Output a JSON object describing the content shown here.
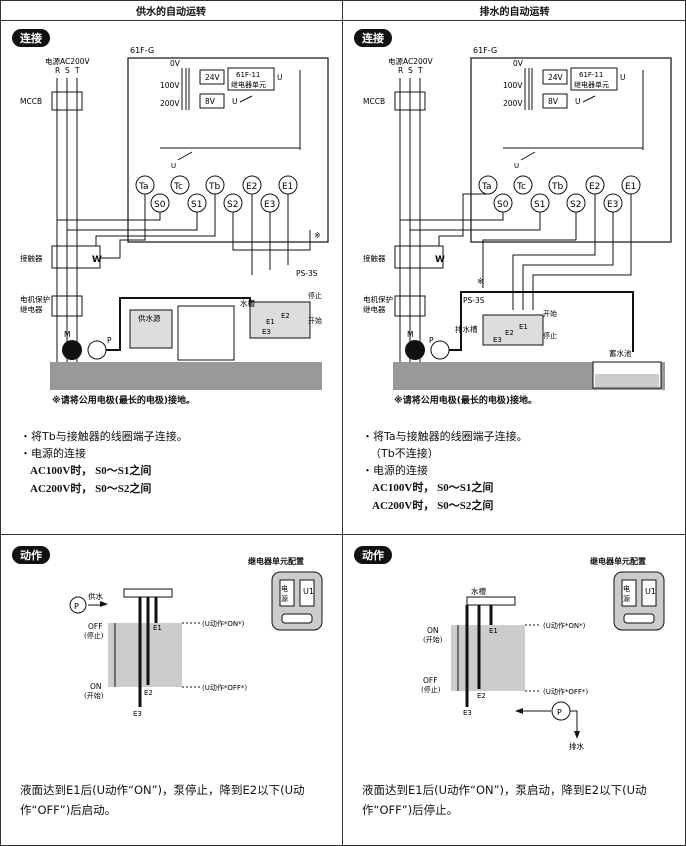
{
  "left": {
    "header": "供水的自动运转",
    "connect_label": "连接",
    "action_label": "动作",
    "wiring": {
      "model": "61F-G",
      "power": "电源AC200V",
      "rst": [
        "R",
        "S",
        "T"
      ],
      "mccb": "MCCB",
      "v0": "0V",
      "v100": "100V",
      "v200": "200V",
      "v24": "24V",
      "v8": "8V",
      "relay_unit_line1": "61F-11",
      "relay_unit_line2": "继电器单元",
      "u": "U",
      "terminals_top": [
        "Ta",
        "Tc",
        "Tb",
        "E2",
        "E1"
      ],
      "terminals_bottom": [
        "S0",
        "S1",
        "S2",
        "E3"
      ],
      "ground_mark": "※",
      "contactor": "接触器",
      "motor_relay": "电机保护\n继电器",
      "motor": "M",
      "pump": "P",
      "source": "供水源",
      "tank": "水槽",
      "ps": "PS-3S",
      "stop": "停止",
      "start": "开始",
      "e1": "E1",
      "e2": "E2",
      "e3": "E3"
    },
    "ground_note": "※请将公用电极(最长的电极)接地。",
    "notes": [
      "・将Tb与接触器的线圈端子连接。",
      "・电源的连接",
      "AC100V时，  S0～S1之间",
      "AC200V时，  S0～S2之间"
    ],
    "relay_config": "继电器单元配置",
    "relay_power": "电源",
    "relay_u": "U1",
    "action": {
      "supply": "供水",
      "off": "OFF",
      "off_sub": "(停止)",
      "on": "ON",
      "on_sub": "(开始)",
      "u_on": "(U动作*ON*)",
      "u_off": "(U动作*OFF*)",
      "e1": "E1",
      "e2": "E2",
      "e3": "E3"
    },
    "description": "液面达到E1后(U动作“ON”)，泵停止，降到E2以下(U动作“OFF”)后启动。"
  },
  "right": {
    "header": "排水的自动运转",
    "connect_label": "连接",
    "action_label": "动作",
    "wiring": {
      "model": "61F-G",
      "power": "电源AC200V",
      "rst": [
        "R",
        "S",
        "T"
      ],
      "mccb": "MCCB",
      "v0": "0V",
      "v100": "100V",
      "v200": "200V",
      "v24": "24V",
      "v8": "8V",
      "relay_unit_line1": "61F-11",
      "relay_unit_line2": "继电器单元",
      "u": "U",
      "terminals_top": [
        "Ta",
        "Tc",
        "Tb",
        "E2",
        "E1"
      ],
      "terminals_bottom": [
        "S0",
        "S1",
        "S2",
        "E3"
      ],
      "ground_mark": "※",
      "contactor": "接触器",
      "motor_relay": "电机保护\n继电器",
      "motor": "M",
      "pump": "P",
      "tank": "排水槽",
      "pool": "蓄水池",
      "ps": "PS-3S",
      "stop": "停止",
      "start": "开始",
      "e1": "E1",
      "e2": "E2",
      "e3": "E3"
    },
    "ground_note": "※请将公用电极(最长的电极)接地。",
    "notes": [
      "・将Ta与接触器的线圈端子连接。",
      "（Tb不连接）",
      "・电源的连接",
      "AC100V时，  S0～S1之间",
      "AC200V时，  S0～S2之间"
    ],
    "relay_config": "继电器单元配置",
    "relay_power": "电源",
    "relay_u": "U1",
    "action": {
      "tank": "水槽",
      "on": "ON",
      "on_sub": "(开始)",
      "off": "OFF",
      "off_sub": "(停止)",
      "u_on": "(U动作*ON*)",
      "u_off": "(U动作*OFF*)",
      "drain": "排水",
      "e1": "E1",
      "e2": "E2",
      "e3": "E3"
    },
    "description": "液面达到E1后(U动作“ON”)，泵启动，降到E2以下(U动作“OFF”)后停止。"
  }
}
